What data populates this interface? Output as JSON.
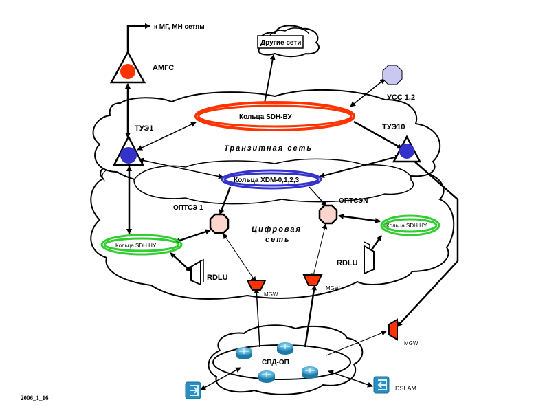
{
  "diagram": {
    "labels": {
      "to_networks": "к МГ, МН сетям",
      "other_networks": "Другие сети",
      "amgs": "АМГС",
      "uss": "УСС 1,2",
      "tue1": "ТУЭ1",
      "tue10": "ТУЭ10",
      "ring_sdh_vu": "Кольца SDH-ВУ",
      "transit_net": "Транзитная сеть",
      "ring_xdm": "Кольца XDM-0,1,2,3",
      "optse1": "ОПТСЭ 1",
      "optseN": "ОПТСЭN",
      "digital_net_1": "Цифровая",
      "digital_net_2": "сеть",
      "ring_sdh_nu_left": "Кольца SDH НУ",
      "ring_sdh_nu_right": "Кольца SDH НУ",
      "rdlu_left": "RDLU",
      "rdlu_right": "RDLU",
      "mgw_1": "MGW",
      "mgw_2": "MGW",
      "mgw_3": "MGW",
      "spd_op": "СПД-ОП",
      "dslam": "DSLAM",
      "date": "2006_1_16"
    },
    "colors": {
      "ring_sdh_vu": "#ff3300",
      "ring_xdm": "#3333cc",
      "ring_sdh_nu": "#33cc33",
      "amgs_node": "#ff3300",
      "tue_node": "#3333cc",
      "uss_node": "#c8c8f0",
      "optse_node": "#fcd6cc",
      "mgw": "#ff3300",
      "router": "#3399cc"
    }
  }
}
